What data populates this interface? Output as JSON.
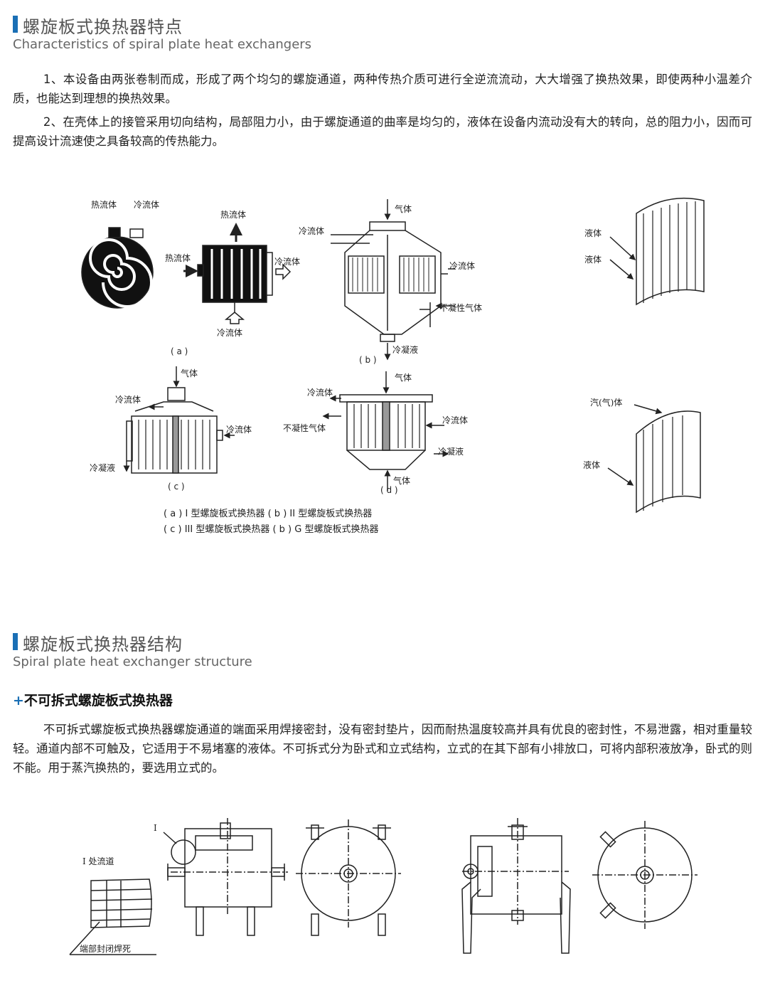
{
  "section1": {
    "title": "螺旋板式换热器特点",
    "subtitle": "Characteristics of spiral plate heat exchangers",
    "paragraphs": [
      "1、本设备由两张卷制而成，形成了两个均匀的螺旋通道，两种传热介质可进行全逆流流动，大大增强了换热效果，即使两种小温差介质，也能达到理想的换热效果。",
      "2、在壳体上的接管采用切向结构，局部阻力小，由于螺旋通道的曲率是均匀的，液体在设备内流动没有大的转向，总的阻力小，因而可提高设计流速使之具备较高的传热能力。"
    ]
  },
  "figure1": {
    "labels": {
      "hot_fluid": "热流体",
      "cold_fluid": "冷流体",
      "gas": "气体",
      "condensate": "冷凝液",
      "non_condensable_gas": "不凝性气体",
      "liquid": "液体",
      "vapor_gas": "汽(气)体"
    },
    "part_labels": {
      "a": "( a )",
      "b": "( b )",
      "c": "( c )",
      "d": "( d )"
    },
    "caption_line1": "( a ) I 型螺旋板式换热器  ( b ) II 型螺旋板式换热器",
    "caption_line2": "( c ) III 型螺旋板式换热器  ( b ) G 型螺旋板式换热器"
  },
  "section2": {
    "title": "螺旋板式换热器结构",
    "subtitle": "Spiral plate heat exchanger structure",
    "subheading_mark": "+",
    "subheading": "不可拆式螺旋板式换热器",
    "paragraph": "不可拆式螺旋板式换热器螺旋通道的端面采用焊接密封，没有密封垫片，因而耐热温度较高并具有优良的密封性，不易泄露，相对重量较轻。通道内部不可触及，它适用于不易堵塞的液体。不可拆式分为卧式和立式结构，立式的在其下部有小排放口，可将内部积液放净，卧式的则不能。用于蒸汽换热的，要选用立式的。"
  },
  "figure2": {
    "detail_marker": "I",
    "detail_title": "I  处流道",
    "seal_note": "端部封闭焊死"
  },
  "colors": {
    "accent": "#1a6fb5"
  }
}
